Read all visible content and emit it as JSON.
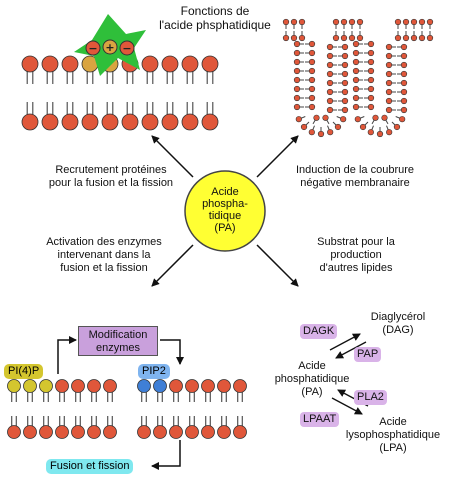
{
  "title_line1": "Fonctions de",
  "title_line2": "l'acide phsphatidique",
  "center": {
    "l1": "Acide",
    "l2": "phospha-",
    "l3": "tidique",
    "l4": "(PA)"
  },
  "recruit": {
    "l1": "Recrutement protéines",
    "l2": "pour la fusion et la fission"
  },
  "curvature": {
    "l1": "Induction de la coubrure",
    "l2": "négative membranaire"
  },
  "activation": {
    "l1": "Activation des enzymes",
    "l2": "intervenant dans la",
    "l3": "fusion et la fission"
  },
  "substrate": {
    "l1": "Substrat pour la",
    "l2": "production",
    "l3": "d'autres lipides"
  },
  "modif": {
    "l1": "Modification",
    "l2": "enzymes"
  },
  "pi4p": "PI(4)P",
  "pip2": "PIP2",
  "fusion": "Fusion et fission",
  "dag": {
    "l1": "Diaglycérol",
    "l2": "(DAG)"
  },
  "dagk": "DAGK",
  "pap": "PAP",
  "pa": {
    "l1": "Acide",
    "l2": "phosphatidique",
    "l3": "(PA)"
  },
  "pla2": "PLA2",
  "lpaat": "LPAAT",
  "lpa": {
    "l1": "Acide",
    "l2": "lysophosphatidique",
    "l3": "(LPA)"
  },
  "charges": {
    "minus": "−",
    "plus": "+"
  },
  "colors": {
    "headgroup": "#e0573a",
    "tail": "#d9a441",
    "protein": "#2fbf3a",
    "pi4p": "#d4c62e",
    "pip2": "#3f7fd6",
    "center": "#ffff33",
    "enzyme": "#d9b3e8",
    "fusion": "#7fe8ef"
  }
}
